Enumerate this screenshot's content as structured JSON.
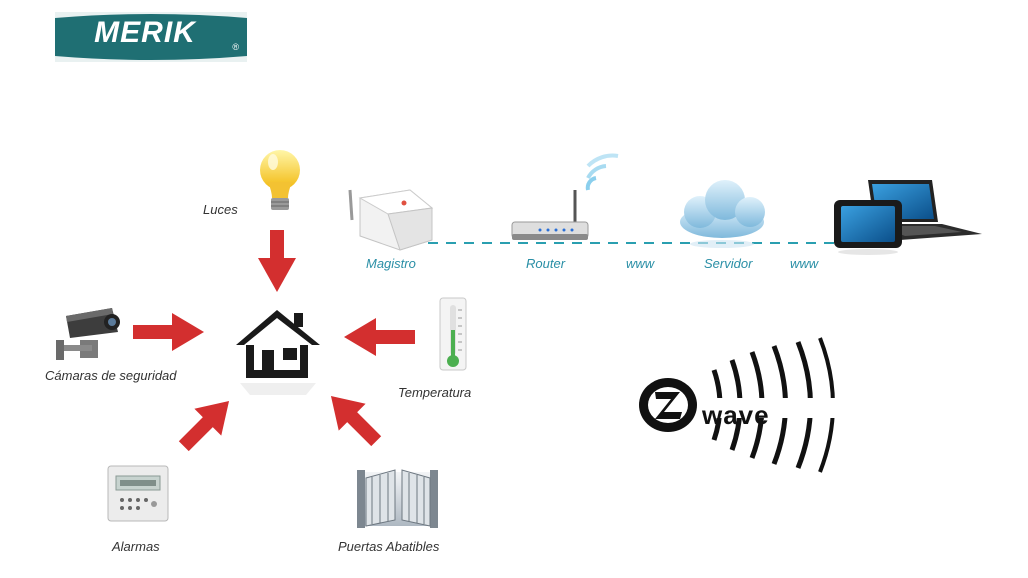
{
  "logo": {
    "brand": "MERIK",
    "registered": "®",
    "color": "#1f6f73"
  },
  "devices": {
    "luces": "Luces",
    "camaras": "Cámaras de seguridad",
    "temperatura": "Temperatura",
    "alarmas": "Alarmas",
    "puertas": "Puertas Abatibles"
  },
  "network": {
    "magistro": "Magistro",
    "router": "Router",
    "www1": "www",
    "servidor": "Servidor",
    "www2": "www"
  },
  "zwave": {
    "word": "wave",
    "letter": "Z"
  },
  "colors": {
    "arrow": "#d32f2f",
    "teal": "#2a8fa6",
    "house": "#1a1a1a"
  },
  "icons": [
    "lightbulb-icon",
    "camera-icon",
    "thermometer-icon",
    "alarm-panel-icon",
    "gate-icon",
    "house-icon",
    "hub-icon",
    "router-icon",
    "cloud-icon",
    "laptop-icon",
    "tablet-icon"
  ]
}
